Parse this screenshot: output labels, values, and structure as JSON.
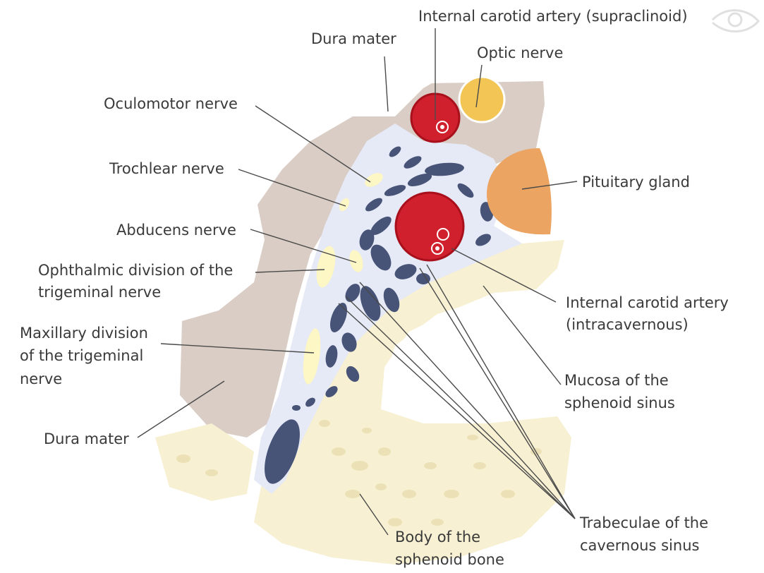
{
  "colors": {
    "dura": "#d9cdc5",
    "sinus": "#e6e9f6",
    "bone": "#f7f0d2",
    "bone_spot": "#ece1b6",
    "trabecula": "#475377",
    "nerve": "#fdf6c5",
    "artery": "#d0202e",
    "artery_outline": "#a8101c",
    "optic_nerve": "#f2c555",
    "pituitary": "#eba462"
  },
  "labels": {
    "ica_supraclinoid": "Internal carotid artery (supraclinoid)",
    "dura_top": "Dura mater",
    "optic_nerve": "Optic nerve",
    "oculomotor": "Oculomotor nerve",
    "trochlear": "Trochlear nerve",
    "pituitary": "Pituitary gland",
    "abducens": "Abducens nerve",
    "ophthalmic_1": "Ophthalmic division of the",
    "ophthalmic_2": "trigeminal nerve",
    "ica_intra_1": "Internal carotid artery",
    "ica_intra_2": "(intracavernous)",
    "maxillary_1": "Maxillary division",
    "maxillary_2": "of the trigeminal",
    "maxillary_3": "nerve",
    "mucosa_1": "Mucosa of the",
    "mucosa_2": "sphenoid sinus",
    "dura_bottom": "Dura mater",
    "body_1": "Body of the",
    "body_2": "sphenoid bone",
    "trabeculae_1": "Trabeculae of the",
    "trabeculae_2": "cavernous sinus"
  }
}
